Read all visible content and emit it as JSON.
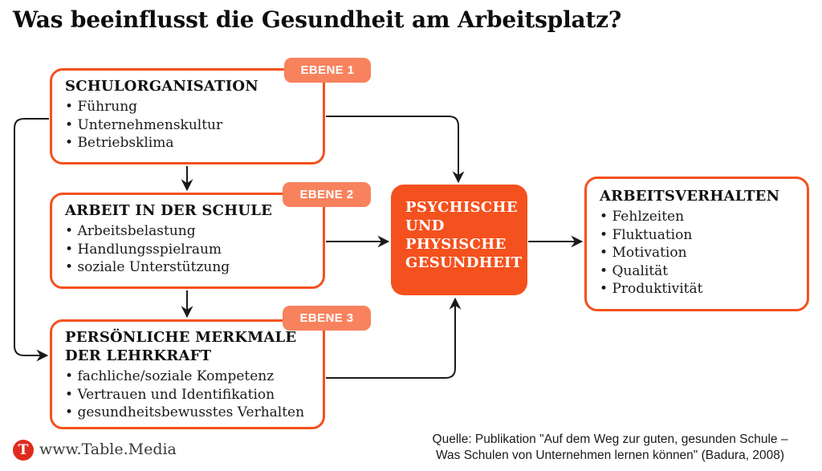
{
  "title": "Was beeinflusst die Gesundheit am Arbeitsplatz?",
  "badges": [
    {
      "label": "EBENE 1"
    },
    {
      "label": "EBENE 2"
    },
    {
      "label": "EBENE 3"
    }
  ],
  "boxes": {
    "schulorganisation": {
      "heading": "SCHULORGANISATION",
      "bullets": [
        "Führung",
        "Unternehmenskultur",
        "Betriebsklima"
      ]
    },
    "arbeit_in_der_schule": {
      "heading": "ARBEIT IN DER SCHULE",
      "bullets": [
        "Arbeitsbelastung",
        "Handlungsspielraum",
        "soziale Unterstützung"
      ]
    },
    "persoenliche_merkmale": {
      "heading": "PERSÖNLICHE MERKMALE DER LEHRKRAFT",
      "bullets": [
        "fachliche/soziale Kompetenz",
        "Vertrauen und Identifikation",
        "gesundheitsbewusstes Verhalten"
      ]
    },
    "gesundheit": {
      "heading": "PSYCHISCHE\nUND\nPHYSISCHE\nGESUNDHEIT"
    },
    "arbeitsverhalten": {
      "heading": "ARBEITSVERHALTEN",
      "bullets": [
        "Fehlzeiten",
        "Fluktuation",
        "Motivation",
        "Qualität",
        "Produktivität"
      ]
    }
  },
  "footer": {
    "logo_letter": "T",
    "website": "www.Table.Media",
    "source": "Quelle: Publikation \"Auf dem Weg zur guten, gesunden Schule –\nWas Schulen von Unternehmen lernen können\" (Badura, 2008)"
  },
  "colors": {
    "accent_orange": "#F4511E",
    "badge_coral": "#F8825E",
    "logo_red": "#DF2B1F",
    "arrow_black": "#1A1A1A",
    "text_black": "#111111",
    "background": "#FFFFFF"
  }
}
